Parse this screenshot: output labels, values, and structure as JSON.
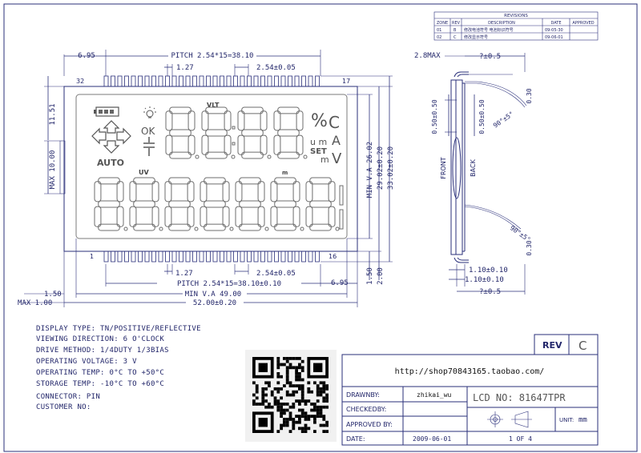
{
  "revisions": {
    "title": "REVISIONS",
    "headers": [
      "ZONE",
      "REV",
      "DESCRIPTION",
      "DATE",
      "APPROVED"
    ],
    "rows": [
      {
        "zone": "01",
        "rev": "B",
        "desc": "修改电池符号 电池标识符号",
        "date": "09-05-30",
        "approved": ""
      },
      {
        "zone": "02",
        "rev": "C",
        "desc": "修改显示符号",
        "date": "09-06-01",
        "approved": ""
      }
    ]
  },
  "front_view": {
    "top_dims": {
      "left": "6.95",
      "pitch": "PITCH  2.54*15=38.10",
      "p127": "1.27",
      "p254": "2.54±0.05"
    },
    "bottom_dims": {
      "p127": "1.27",
      "p254": "2.54±0.05",
      "pitch": "PITCH  2.54*15=38.10±0.10",
      "right": "6.95"
    },
    "pin_labels": {
      "top_left": "32",
      "top_right": "17",
      "bottom_left": "1",
      "bottom_right": "16"
    },
    "left_dims": {
      "d1": "11.51",
      "d2": "MAX 10.00"
    },
    "right_dims": {
      "va": "MIN V.A 26.02",
      "d1": "29.02±0.20",
      "d2": "33.02±0.20"
    },
    "bottom_side_dims": {
      "b150": "1.50",
      "b200": "2.00",
      "left150": "1.50",
      "max100": "MAX  1.00",
      "va": "MIN V.A 49.00",
      "overall": "52.00±0.20"
    },
    "symbols": {
      "ok": "OK",
      "auto": "AUTO",
      "vlt": "VLT",
      "uv": "UV",
      "mt": "m",
      "pct": "%",
      "c": "C",
      "um": "u m",
      "a": "A",
      "set": "SET",
      "m": "m",
      "v": "V"
    }
  },
  "side_view": {
    "max": "2.8MAX",
    "top_w": "?±0.5",
    "bot_w": "?±0.5",
    "d050a": "0.50±0.50",
    "d050b": "0.50±0.50",
    "angle_top": "90°±5°",
    "angle_bot": "90°±5°",
    "d030a": "0.30",
    "d030b": "0.30",
    "front": "FRONT",
    "back": "BACK",
    "d110a": "1.10±0.10",
    "d110b": "1.10±0.10"
  },
  "notes": [
    "DISPLAY TYPE: TN/POSITIVE/REFLECTIVE",
    "VIEWING DIRECTION: 6 O'CLOCK",
    "DRIVE METHOD: 1/4DUTY 1/3BIAS",
    "OPERATING VOLTAGE:  3 V",
    "OPERATING TEMP:  0°C   TO   +50°C",
    "STORAGE TEMP: -10°C   TO   +60°C",
    "CONNECTOR:              PIN",
    "CUSTOMER NO:"
  ],
  "title_block": {
    "rev_label": "REV",
    "rev_value": "C",
    "url": "http://shop70843165.taobao.com/",
    "drawnby_label": "DRAWNBY:",
    "drawnby_value": "zhikai_wu",
    "checkedby_label": "CHECKEDBY:",
    "approvedby_label": "APPROVED BY:",
    "date_label": "DATE:",
    "date_value": "2009-06-01",
    "sheet": "1 OF 4",
    "lcd_no": "LCD NO: 81647TPR",
    "unit_label": "UNIT:",
    "unit_value": "mm"
  }
}
